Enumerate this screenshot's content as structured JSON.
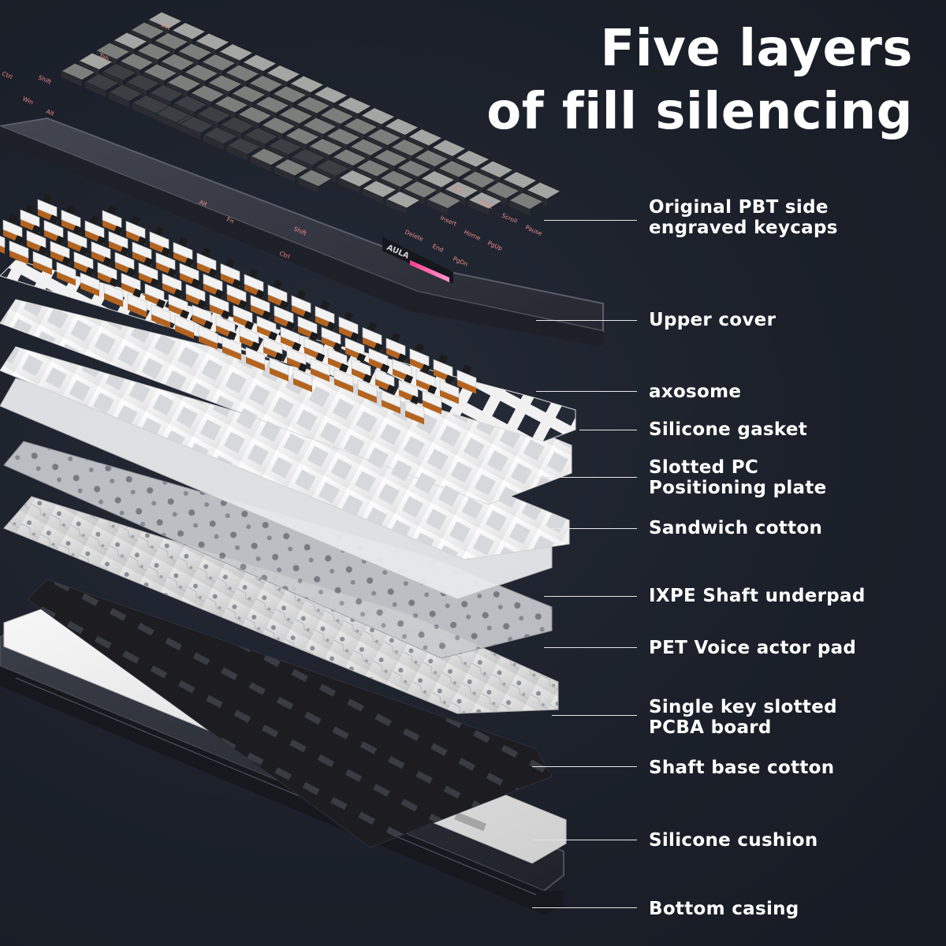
{
  "headline": {
    "line1": "Five layers",
    "line2": "of fill silencing"
  },
  "keycap_legends": {
    "esc": "Esc",
    "tab": "Tab",
    "ctrl": "Ctrl",
    "win": "Win",
    "alt": "Alt",
    "shift": "Shift",
    "fn": "Fn",
    "delete": "Delete",
    "end": "End",
    "pgdn": "PgDn",
    "insert": "Insert",
    "home": "Home",
    "pgup": "PgUp",
    "print": "Print",
    "scroll": "Scroll",
    "pause": "Pause",
    "f12": "F12"
  },
  "brand_mark": "AULA",
  "layers": [
    {
      "id": "keycaps",
      "line1": "Original PBT side",
      "line2": "engraved keycaps"
    },
    {
      "id": "upper-cover",
      "line1": "Upper cover",
      "line2": ""
    },
    {
      "id": "axosome",
      "line1": "axosome",
      "line2": ""
    },
    {
      "id": "silicone-gasket",
      "line1": "Silicone gasket",
      "line2": ""
    },
    {
      "id": "positioning-plate",
      "line1": "Slotted PC",
      "line2": "Positioning plate"
    },
    {
      "id": "sandwich-cotton",
      "line1": "Sandwich cotton",
      "line2": ""
    },
    {
      "id": "ixpe",
      "line1": "IXPE Shaft underpad",
      "line2": ""
    },
    {
      "id": "pet",
      "line1": "PET Voice actor pad",
      "line2": ""
    },
    {
      "id": "pcba",
      "line1": "Single key slotted",
      "line2": "PCBA board"
    },
    {
      "id": "shaft-base",
      "line1": "Shaft base cotton",
      "line2": ""
    },
    {
      "id": "silicone-cushion",
      "line1": "Silicone cushion",
      "line2": ""
    },
    {
      "id": "bottom-casing",
      "line1": "Bottom casing",
      "line2": ""
    }
  ],
  "colors": {
    "background": "#1b202a",
    "text": "#ffffff",
    "callout_line": "#e6e6e6",
    "keycap_dark": "#3b3e43",
    "keycap_grey": "#7b7f7c",
    "keycap_light": "#a3a6a2",
    "keycap_legend": "#f08a8a",
    "switch_housing": "#f2f2f2",
    "switch_stem": "#1c1c1c",
    "switch_base": "#b4641f",
    "plate": "#f4f4f4",
    "pcb": "#dcdcdc",
    "cotton": "#1d1d22",
    "casing": "#2b2e36"
  }
}
